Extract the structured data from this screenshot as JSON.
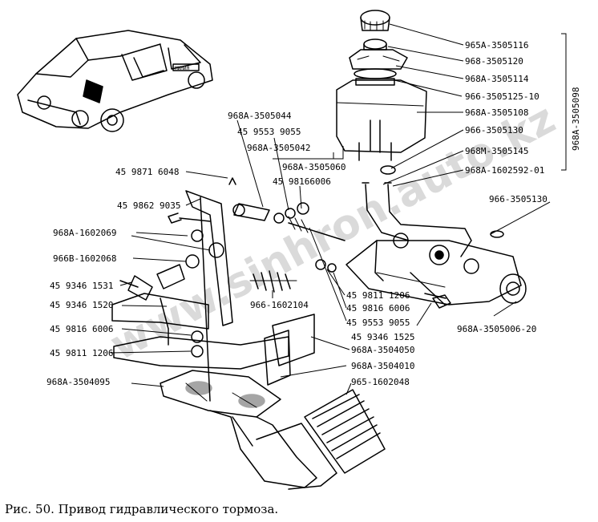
{
  "caption": "Рис. 50. Привод гидравлического тормоза.",
  "watermark": "www.sinhron.auto.kz",
  "car_badge": "MИНИЯ",
  "group_label": "968A-3505098",
  "labels": {
    "l1": "965A-3505116",
    "l2": "968-3505120",
    "l3": "968A-3505114",
    "l4": "966-3505125-10",
    "l5": "968A-3505108",
    "l6": "966-3505130",
    "l7": "968M-3505145",
    "l8": "968A-1602592-01",
    "l9": "966-3505130",
    "l10": "968A-3505044",
    "l11": "45 9553 9055",
    "l12": "968A-3505042",
    "l13": "968A-3505060",
    "l14": "45 98166006",
    "l15": "45 9871 6048",
    "l16": "45 9862 9035",
    "l17": "968A-1602069",
    "l18": "966B-1602068",
    "l19": "45 9346 1531",
    "l20": "45 9346 1520",
    "l21": "45 9816 6006",
    "l22": "45 9811 1206",
    "l23": "968A-3504095",
    "l24": "966-1602104",
    "l25": "45 9811 1206",
    "l26": "45 9816 6006",
    "l27": "45 9553 9055",
    "l28": "45 9346 1525",
    "l29": "968A-3505006-20",
    "l30": "968A-3504050",
    "l31": "968A-3504010",
    "l32": "965-1602048"
  },
  "colors": {
    "ink": "#000000",
    "paper": "#ffffff",
    "watermark": "#bcbcbc"
  }
}
